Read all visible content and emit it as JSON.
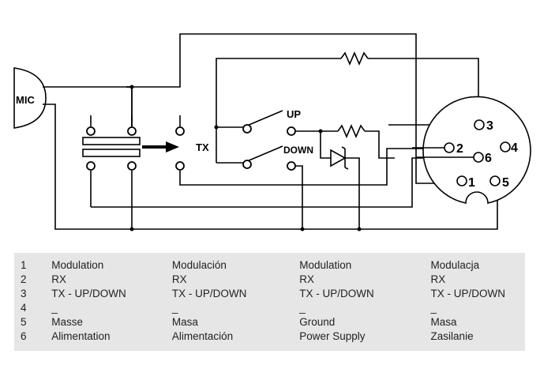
{
  "diagram": {
    "mic_label": "MIC",
    "tx_label": "TX",
    "up_label": "UP",
    "down_label": "DOWN",
    "pins": {
      "p1": "1",
      "p2": "2",
      "p3": "3",
      "p4": "4",
      "p5": "5",
      "p6": "6"
    }
  },
  "legend": {
    "rows": [
      {
        "num": "1",
        "fr": "Modulation",
        "es": "Modulación",
        "en": "Modulation",
        "pl": "Modulacja"
      },
      {
        "num": "2",
        "fr": "RX",
        "es": "RX",
        "en": "RX",
        "pl": "RX"
      },
      {
        "num": "3",
        "fr": "TX - UP/DOWN",
        "es": "TX - UP/DOWN",
        "en": "TX - UP/DOWN",
        "pl": "TX - UP/DOWN"
      },
      {
        "num": "4",
        "fr": "_",
        "es": "_",
        "en": "_",
        "pl": "_"
      },
      {
        "num": "5",
        "fr": "Masse",
        "es": "Masa",
        "en": "Ground",
        "pl": "Masa"
      },
      {
        "num": "6",
        "fr": "Alimentation",
        "es": "Alimentación",
        "en": "Power Supply",
        "pl": "Zasilanie"
      }
    ]
  }
}
